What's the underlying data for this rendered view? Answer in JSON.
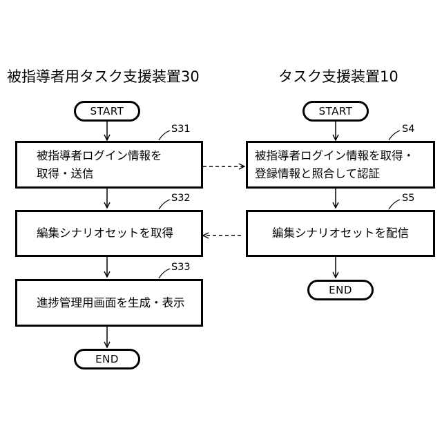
{
  "left_column": {
    "title": "被指導者用タスク支援装置30",
    "start": "START",
    "end": "END",
    "steps": [
      {
        "id": "S31",
        "lines": [
          "被指導者ログイン情報を",
          "取得・送信"
        ]
      },
      {
        "id": "S32",
        "lines": [
          "編集シナリオセットを取得"
        ]
      },
      {
        "id": "S33",
        "lines": [
          "進捗管理用画面を生成・表示"
        ]
      }
    ]
  },
  "right_column": {
    "title": "タスク支援装置10",
    "start": "START",
    "end": "END",
    "steps": [
      {
        "id": "S4",
        "lines": [
          "被指導者ログイン情報を取得・",
          "登録情報と照合して認証"
        ]
      },
      {
        "id": "S5",
        "lines": [
          "編集シナリオセットを配信"
        ]
      }
    ]
  }
}
